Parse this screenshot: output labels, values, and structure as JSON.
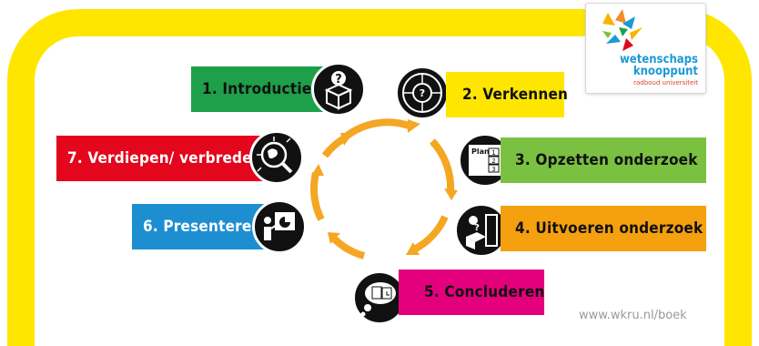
{
  "colors": {
    "frame": "#ffe600",
    "arrows": "#f5a623",
    "step1": "#1e9f4a",
    "step2": "#ffe600",
    "step3": "#7ac142",
    "step4": "#f5a00f",
    "step5": "#e4007c",
    "step6": "#1d8fd1",
    "step7": "#e3061c",
    "url": "#9a9a9a"
  },
  "steps": [
    {
      "label": "1. Introductie",
      "icon": "box-question-icon"
    },
    {
      "label": "2. Verkennen",
      "icon": "senses-icon"
    },
    {
      "label": "3. Opzetten onderzoek",
      "icon": "plan-notebook-icon"
    },
    {
      "label": "4. Uitvoeren onderzoek",
      "icon": "experiment-icon"
    },
    {
      "label": "5. Concluderen",
      "icon": "thought-cloud-icon"
    },
    {
      "label": "6. Presenteren",
      "icon": "presentation-icon"
    },
    {
      "label": "7. Verdiepen/ verbreden",
      "icon": "globe-magnifier-icon"
    }
  ],
  "icon_text": {
    "plan": "Plan",
    "n1": "1",
    "n2": "2",
    "n3": "3"
  },
  "logo": {
    "line1": "wetenschaps",
    "line2": "knooppunt",
    "line3": "radboud universiteit"
  },
  "footer": {
    "url": "www.wkru.nl/boek"
  }
}
